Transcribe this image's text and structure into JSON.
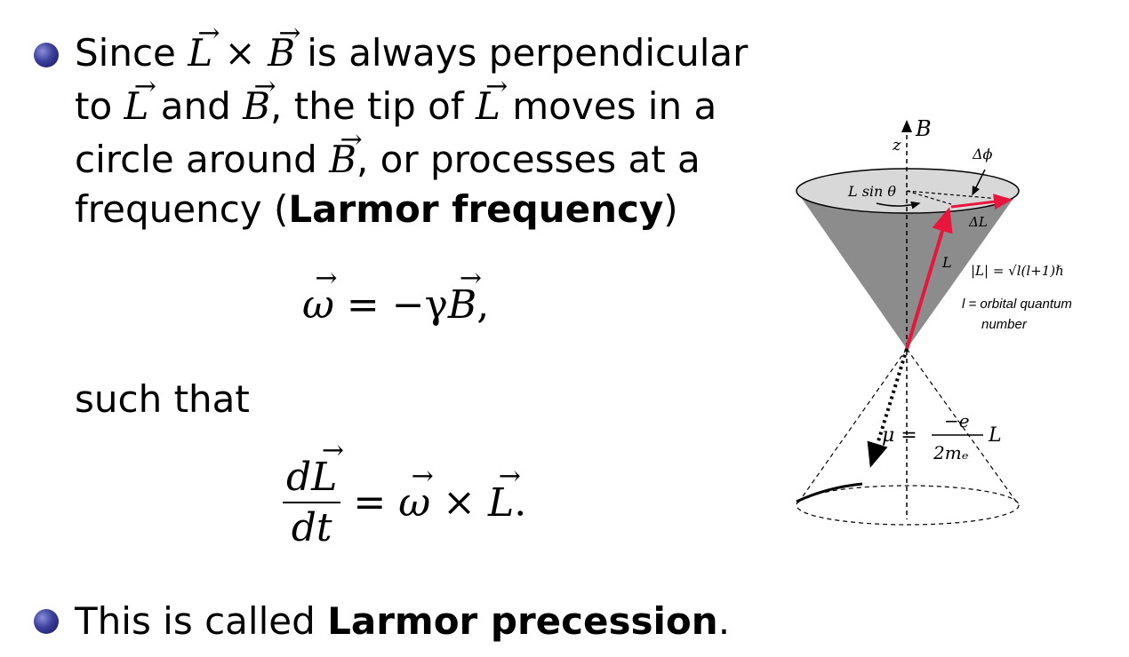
{
  "bullet1": {
    "w_since": "Since",
    "L": "L",
    "times": "×",
    "B": "B",
    "line1_end": "is always perpendicular",
    "w_to": "to",
    "w_and": "and",
    "line2_mid": ", the tip of",
    "line2_end": "moves in a",
    "line3_start": "circle around",
    "line3_end": ", or processes at a",
    "line4_start": "frequency (",
    "larmor_frequency": "Larmor frequency",
    "line4_end": ")"
  },
  "equation1": {
    "lhs": "ω",
    "equals": "= −γ",
    "B": "B",
    "end": ","
  },
  "such_that": "such that",
  "equation2": {
    "num_d": "d",
    "L": "L",
    "den": "dt",
    "mid": "=",
    "omega": "ω",
    "times": "×",
    "L2": "L",
    "end": "."
  },
  "bullet2": {
    "start": "This is called",
    "bold": "Larmor precession",
    "end": "."
  },
  "figure": {
    "B": "B",
    "z": "z",
    "dphi": "Δϕ",
    "Lsin": "L sin θ",
    "dL": "ΔL",
    "L": "L",
    "magnitude": "|L| = √l(l+1)ℏ",
    "orbital_1": "l = orbital quantum",
    "orbital_2": "number",
    "mu": "μ =",
    "mu_num": "−e",
    "mu_den": "2mₑ",
    "mu_L": "L"
  },
  "colors": {
    "vector": "#e8153c",
    "cone": "#8c8c8c",
    "bullet": "#3b3f9a"
  }
}
